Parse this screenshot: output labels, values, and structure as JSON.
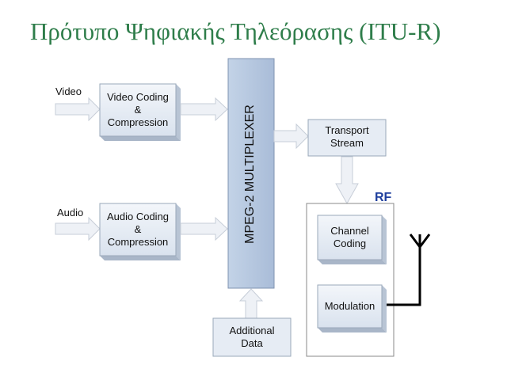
{
  "title": "Πρότυπο Ψηφιακής Τηλεόρασης (ITU-R)",
  "inputs": {
    "video": "Video",
    "audio": "Audio"
  },
  "blocks": {
    "video_coding": [
      "Video Coding",
      "&",
      "Compression"
    ],
    "audio_coding": [
      "Audio Coding",
      "&",
      "Compression"
    ],
    "multiplexer": "MPEG-2 MULTIPLEXER",
    "transport_stream": [
      "Transport",
      "Stream"
    ],
    "additional_data": [
      "Additional",
      "Data"
    ],
    "rf_group": "RF",
    "channel_coding": [
      "Channel",
      "Coding"
    ],
    "modulation": "Modulation"
  },
  "colors": {
    "title": "#2e7d4a",
    "block_fill": "#e6ecf4",
    "mux_fill": "#b6c8e0",
    "arrow_fill": "#eef1f6",
    "rf_label": "#1f3f9e"
  }
}
